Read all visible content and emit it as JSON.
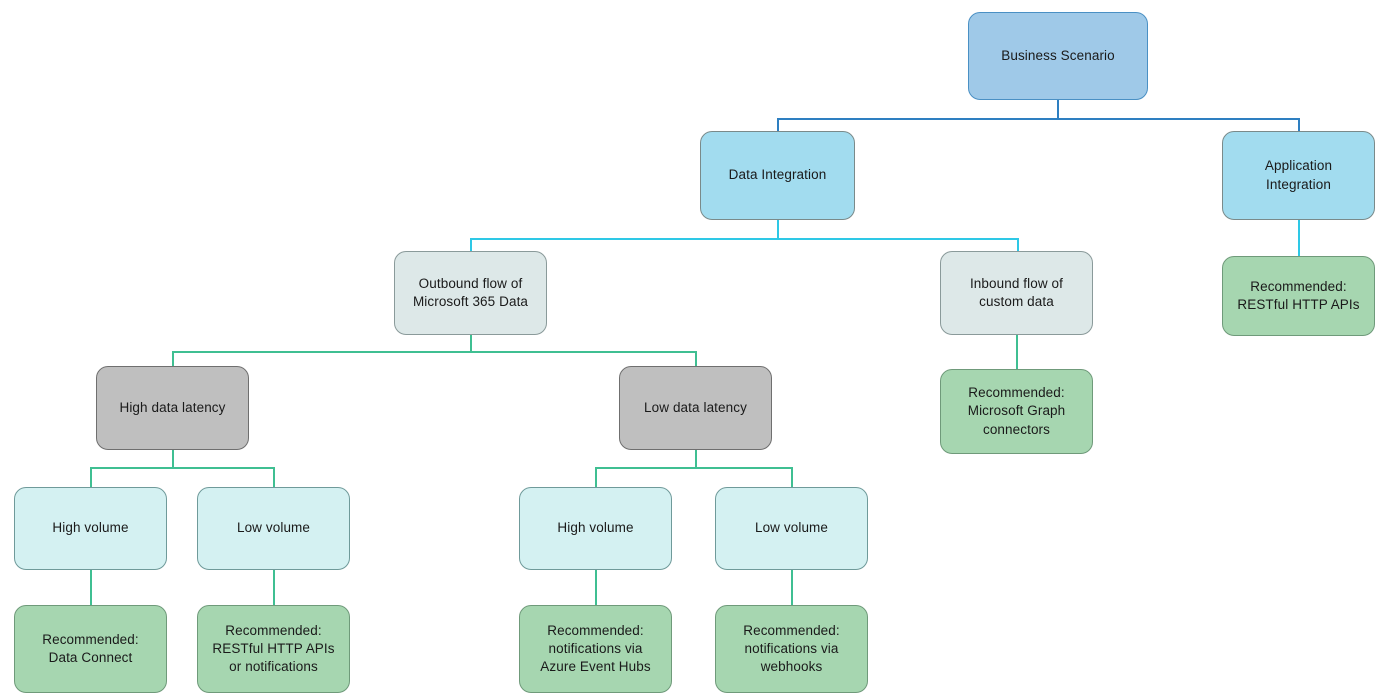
{
  "diagram": {
    "title": "Business Scenario Integration Decision Tree",
    "type": "decision-tree-flowchart",
    "colors": {
      "root_fill": "#9fc9e8",
      "branch_fill": "#a2dcef",
      "pale_fill": "#dde8e8",
      "gray_fill": "#bfbfbf",
      "cyan_fill": "#d4f1f2",
      "green_fill": "#a6d6b0",
      "connector_blue": "#2e7fc1",
      "connector_cyan": "#2ec8e6",
      "connector_green": "#3fbf92"
    },
    "nodes": {
      "root": "Business Scenario",
      "data_integration": "Data Integration",
      "application_integration": "Application\nIntegration",
      "outbound_flow": "Outbound flow of\nMicrosoft 365 Data",
      "inbound_flow": "Inbound flow of\ncustom data",
      "rec_app_integration": "Recommended:\nRESTful HTTP APIs",
      "rec_inbound": "Recommended:\nMicrosoft Graph\nconnectors",
      "high_latency": "High data latency",
      "low_latency": "Low data latency",
      "high_volume_1": "High volume",
      "low_volume_1": "Low volume",
      "high_volume_2": "High volume",
      "low_volume_2": "Low volume",
      "rec_high_latency_high_volume": "Recommended:\nData Connect",
      "rec_high_latency_low_volume": "Recommended:\nRESTful HTTP APIs\nor notifications",
      "rec_low_latency_high_volume": "Recommended:\nnotifications via\nAzure Event Hubs",
      "rec_low_latency_low_volume": "Recommended:\nnotifications via\nwebhooks"
    }
  }
}
